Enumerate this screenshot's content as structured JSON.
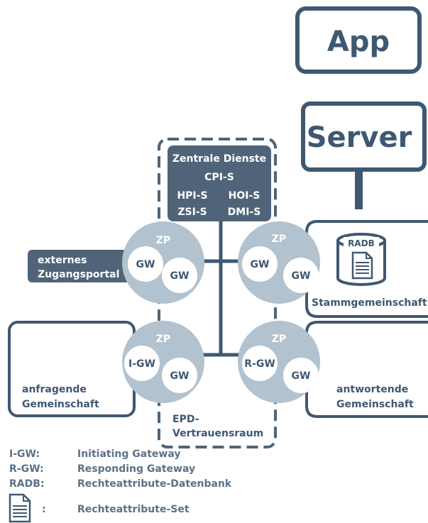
{
  "app_label": "App",
  "server_label": "Server",
  "central_services": {
    "title": "Zentrale Dienste",
    "row1": "CPI-S",
    "row2_left": "HPI-S",
    "row2_right": "HOI-S",
    "row3_left": "ZSI-S",
    "row3_right": "DMI-S"
  },
  "external_portal": {
    "line1": "externes",
    "line2": "Zugangsportal"
  },
  "zones": {
    "top_left": {
      "zp": "ZP",
      "gw1": "GW",
      "gw2": "GW"
    },
    "top_right": {
      "zp": "ZP",
      "gw1": "GW",
      "gw2": "GW"
    },
    "bottom_left": {
      "zp": "ZP",
      "gw1": "I-GW",
      "gw2": "GW"
    },
    "bottom_right": {
      "zp": "ZP",
      "gw1": "R-GW",
      "gw2": "GW"
    }
  },
  "radb_label": "RADB",
  "communities": {
    "home": "Stammgemeinschaft",
    "requesting_line1": "anfragende",
    "requesting_line2": "Gemeinschaft",
    "responding_line1": "antwortende",
    "responding_line2": "Gemeinschaft"
  },
  "trust_space": {
    "line1": "EPD-",
    "line2": "Vertrauensraum"
  },
  "legend": [
    {
      "abbr": "I-GW:",
      "text": "Initiating Gateway"
    },
    {
      "abbr": "R-GW:",
      "text": "Responding Gateway"
    },
    {
      "abbr": "RADB:",
      "text": "Rechteattribute-Datenbank"
    },
    {
      "abbr": ":",
      "text": "Rechteattribute-Set"
    }
  ],
  "icons": [
    "database-icon",
    "document-icon"
  ],
  "colors": {
    "dark_blue": "#3f5872",
    "slate": "#4f6478",
    "zone_grey": "#b2c2cf",
    "white": "#ffffff"
  }
}
